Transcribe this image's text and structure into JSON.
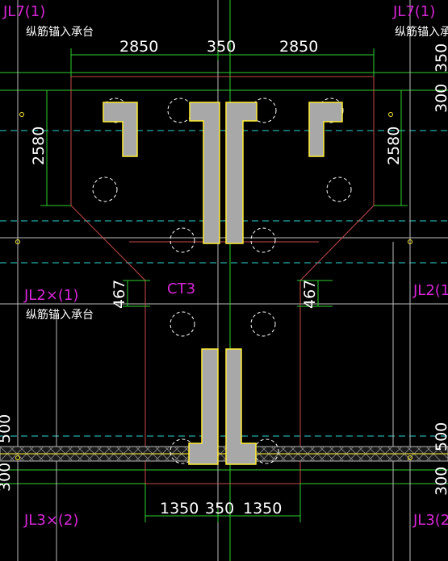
{
  "drawing": {
    "beam_labels": {
      "top_left": "JL7(1)",
      "top_right": "JL7(1)",
      "mid_left": "JL2×(1)",
      "mid_right": "JL2(1",
      "bottom_left": "JL3×(2)",
      "bottom_right": "JL3(2"
    },
    "notes": {
      "top_left": "纵筋锚入承台",
      "top_right": "纵筋锚入承台",
      "mid_left": "纵筋锚入承台"
    },
    "pile_cap_label": "CT3",
    "dimensions": {
      "top_width_left": "2850",
      "top_width_mid": "350",
      "top_width_right": "2850",
      "height_left": "2580",
      "height_right": "2580",
      "taper_left": "467",
      "taper_right": "467",
      "bottom_left": "1350",
      "bottom_mid": "350",
      "bottom_right": "1350",
      "edge_right_top": "350",
      "edge_right_top2": "300",
      "edge_left_bottom": "500",
      "edge_left_bottom2": "300",
      "edge_right_bottom": "500",
      "edge_right_bottom2": "300"
    },
    "colors": {
      "background": "#000000",
      "label_magenta": "#d926d9",
      "dimension_green": "#2ed02e",
      "axis_cyan": "#2bd6d6",
      "outline_red": "#c84a4a",
      "column_fill": "#a8a8a8",
      "column_edge": "#ffee33"
    }
  }
}
